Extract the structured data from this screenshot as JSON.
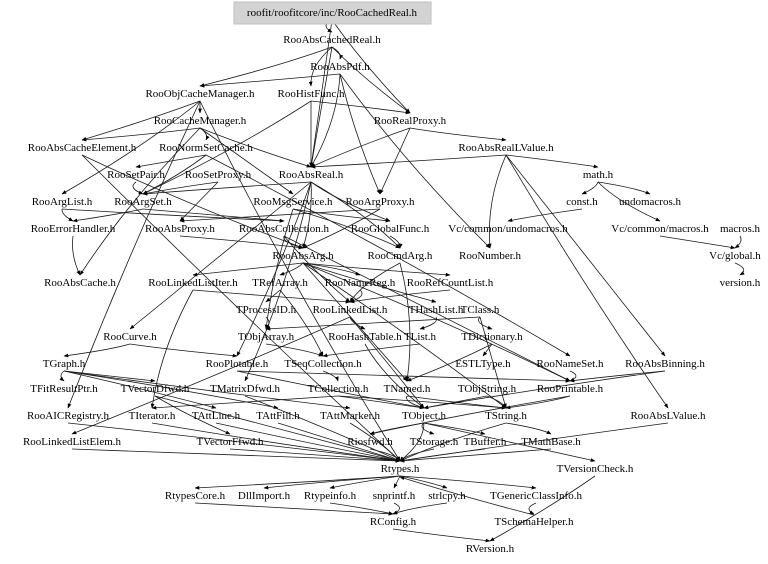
{
  "title": "roofit/roofitcore/inc/RooCachedReal.h",
  "colors": {
    "root_fill": "#d3d3d3",
    "edge": "#1a1a1a",
    "text": "#000000"
  },
  "nodes": [
    "roofit/roofitcore/inc/RooCachedReal.h",
    "RooAbsCachedReal.h",
    "RooAbsPdf.h",
    "RooObjCacheManager.h",
    "RooHistFunc.h",
    "RooRealProxy.h",
    "RooCacheManager.h",
    "RooAbsRealLValue.h",
    "RooAbsCacheElement.h",
    "RooNormSetCache.h",
    "math.h",
    "RooSetPair.h",
    "RooSetProxy.h",
    "RooAbsReal.h",
    "undomacros.h",
    "const.h",
    "RooArgList.h",
    "RooArgSet.h",
    "RooMsgService.h",
    "RooArgProxy.h",
    "Vc/common/undomacros.h",
    "Vc/common/macros.h",
    "macros.h",
    "RooErrorHandler.h",
    "RooAbsProxy.h",
    "RooAbsCollection.h",
    "RooGlobalFunc.h",
    "RooCmdArg.h",
    "RooNumber.h",
    "Vc/global.h",
    "RooAbsArg.h",
    "RooAbsCache.h",
    "RooLinkedListIter.h",
    "TRefArray.h",
    "RooNameReg.h",
    "RooRefCountList.h",
    "version.h",
    "TProcessID.h",
    "RooLinkedList.h",
    "THashList.h",
    "TClass.h",
    "RooCurve.h",
    "TObjArray.h",
    "RooHashTable.h",
    "TList.h",
    "TDictionary.h",
    "TGraph.h",
    "RooPlotable.h",
    "TSeqCollection.h",
    "ESTLType.h",
    "RooNameSet.h",
    "RooAbsBinning.h",
    "TFitResultPtr.h",
    "TVectorDfwd.h",
    "TMatrixDfwd.h",
    "TCollection.h",
    "TNamed.h",
    "TObjString.h",
    "RooPrintable.h",
    "RooAICRegistry.h",
    "TIterator.h",
    "TAttLine.h",
    "TAttFill.h",
    "TAttMarker.h",
    "TObject.h",
    "TString.h",
    "RooAbsLValue.h",
    "RooLinkedListElem.h",
    "TVectorFfwd.h",
    "Riosfwd.h",
    "TStorage.h",
    "TBuffer.h",
    "TMathBase.h",
    "TVersionCheck.h",
    "Rtypes.h",
    "RtypesCore.h",
    "DllImport.h",
    "Rtypeinfo.h",
    "snprintf.h",
    "strlcpy.h",
    "TGenericClassInfo.h",
    "RConfig.h",
    "TSchemaHelper.h",
    "RVersion.h"
  ],
  "edges": [
    [
      "roofit/roofitcore/inc/RooCachedReal.h",
      "RooAbsCachedReal.h"
    ],
    [
      "roofit/roofitcore/inc/RooCachedReal.h",
      "RooRealProxy.h"
    ],
    [
      "roofit/roofitcore/inc/RooCachedReal.h",
      "RooAbsReal.h"
    ],
    [
      "RooAbsCachedReal.h",
      "RooAbsPdf.h"
    ],
    [
      "RooAbsCachedReal.h",
      "RooObjCacheManager.h"
    ],
    [
      "RooAbsCachedReal.h",
      "RooHistFunc.h"
    ],
    [
      "RooAbsCachedReal.h",
      "RooRealProxy.h"
    ],
    [
      "RooAbsCachedReal.h",
      "RooAbsReal.h"
    ],
    [
      "RooAbsPdf.h",
      "RooObjCacheManager.h"
    ],
    [
      "RooAbsPdf.h",
      "RooAbsReal.h"
    ],
    [
      "RooAbsPdf.h",
      "RooNumber.h"
    ],
    [
      "RooAbsPdf.h",
      "RooArgProxy.h"
    ],
    [
      "RooObjCacheManager.h",
      "RooCacheManager.h"
    ],
    [
      "RooObjCacheManager.h",
      "RooAbsCacheElement.h"
    ],
    [
      "RooObjCacheManager.h",
      "RooArgList.h"
    ],
    [
      "RooObjCacheManager.h",
      "Rtypes.h"
    ],
    [
      "RooObjCacheManager.h",
      "RooAICRegistry.h"
    ],
    [
      "RooHistFunc.h",
      "RooAbsReal.h"
    ],
    [
      "RooHistFunc.h",
      "RooRealProxy.h"
    ],
    [
      "RooHistFunc.h",
      "RooArgSet.h"
    ],
    [
      "RooRealProxy.h",
      "RooAbsRealLValue.h"
    ],
    [
      "RooRealProxy.h",
      "RooAbsReal.h"
    ],
    [
      "RooRealProxy.h",
      "RooArgProxy.h"
    ],
    [
      "RooCacheManager.h",
      "RooNormSetCache.h"
    ],
    [
      "RooCacheManager.h",
      "RooAbsCacheElement.h"
    ],
    [
      "RooCacheManager.h",
      "RooAbsCache.h"
    ],
    [
      "RooCacheManager.h",
      "RooAbsReal.h"
    ],
    [
      "RooCacheManager.h",
      "RooMsgService.h"
    ],
    [
      "RooAbsRealLValue.h",
      "math.h"
    ],
    [
      "RooAbsRealLValue.h",
      "RooAbsReal.h"
    ],
    [
      "RooAbsRealLValue.h",
      "RooNumber.h"
    ],
    [
      "RooAbsRealLValue.h",
      "RooAbsLValue.h"
    ],
    [
      "RooAbsRealLValue.h",
      "RooAbsBinning.h"
    ],
    [
      "math.h",
      "const.h"
    ],
    [
      "math.h",
      "undomacros.h"
    ],
    [
      "math.h",
      "Vc/common/macros.h"
    ],
    [
      "const.h",
      "Vc/common/undomacros.h"
    ],
    [
      "Vc/common/macros.h",
      "Vc/global.h"
    ],
    [
      "macros.h",
      "Vc/global.h"
    ],
    [
      "Vc/global.h",
      "version.h"
    ],
    [
      "RooAbsCacheElement.h",
      "RooAbsArg.h"
    ],
    [
      "RooAbsCacheElement.h",
      "Rtypes.h"
    ],
    [
      "RooNormSetCache.h",
      "RooSetPair.h"
    ],
    [
      "RooNormSetCache.h",
      "RooArgSet.h"
    ],
    [
      "RooNormSetCache.h",
      "RooNameSet.h"
    ],
    [
      "RooSetPair.h",
      "RooArgSet.h"
    ],
    [
      "RooSetProxy.h",
      "RooArgSet.h"
    ],
    [
      "RooSetProxy.h",
      "RooAbsProxy.h"
    ],
    [
      "RooAbsReal.h",
      "RooAbsArg.h"
    ],
    [
      "RooAbsReal.h",
      "RooCmdArg.h"
    ],
    [
      "RooAbsReal.h",
      "RooGlobalFunc.h"
    ],
    [
      "RooAbsReal.h",
      "RooArgSet.h"
    ],
    [
      "RooAbsReal.h",
      "RooCurve.h"
    ],
    [
      "RooAbsReal.h",
      "RooPlotable.h"
    ],
    [
      "RooAbsReal.h",
      "TMatrixDfwd.h"
    ],
    [
      "RooArgList.h",
      "RooAbsCollection.h"
    ],
    [
      "RooArgList.h",
      "RooErrorHandler.h"
    ],
    [
      "RooArgSet.h",
      "RooAbsCollection.h"
    ],
    [
      "RooArgSet.h",
      "RooErrorHandler.h"
    ],
    [
      "RooMsgService.h",
      "RooCmdArg.h"
    ],
    [
      "RooMsgService.h",
      "RooGlobalFunc.h"
    ],
    [
      "RooMsgService.h",
      "TObjArray.h"
    ],
    [
      "RooArgProxy.h",
      "RooAbsProxy.h"
    ],
    [
      "RooArgProxy.h",
      "RooAbsArg.h"
    ],
    [
      "RooAbsProxy.h",
      "RooAbsArg.h"
    ],
    [
      "RooAbsCollection.h",
      "RooAbsArg.h"
    ],
    [
      "RooAbsCollection.h",
      "RooLinkedList.h"
    ],
    [
      "RooAbsCollection.h",
      "RooPrintable.h"
    ],
    [
      "RooGlobalFunc.h",
      "RooCmdArg.h"
    ],
    [
      "RooCmdArg.h",
      "TNamed.h"
    ],
    [
      "RooCmdArg.h",
      "RooLinkedList.h"
    ],
    [
      "RooErrorHandler.h",
      "RooAbsCache.h"
    ],
    [
      "RooAbsArg.h",
      "RooLinkedListIter.h"
    ],
    [
      "RooAbsArg.h",
      "TRefArray.h"
    ],
    [
      "RooAbsArg.h",
      "RooNameReg.h"
    ],
    [
      "RooAbsArg.h",
      "RooRefCountList.h"
    ],
    [
      "RooAbsArg.h",
      "THashList.h"
    ],
    [
      "RooAbsArg.h",
      "TNamed.h"
    ],
    [
      "RooAbsArg.h",
      "TString.h"
    ],
    [
      "RooAbsArg.h",
      "RooPrintable.h"
    ],
    [
      "RooLinkedListIter.h",
      "TIterator.h"
    ],
    [
      "RooLinkedListIter.h",
      "RooLinkedList.h"
    ],
    [
      "TRefArray.h",
      "TProcessID.h"
    ],
    [
      "TRefArray.h",
      "TSeqCollection.h"
    ],
    [
      "RooNameReg.h",
      "RooLinkedList.h"
    ],
    [
      "RooRefCountList.h",
      "RooLinkedList.h"
    ],
    [
      "RooLinkedList.h",
      "RooHashTable.h"
    ],
    [
      "RooLinkedList.h",
      "TObject.h"
    ],
    [
      "RooLinkedList.h",
      "RooLinkedListElem.h"
    ],
    [
      "THashList.h",
      "TList.h"
    ],
    [
      "TClass.h",
      "TDictionary.h"
    ],
    [
      "TClass.h",
      "TObjArray.h"
    ],
    [
      "TClass.h",
      "TString.h"
    ],
    [
      "TProcessID.h",
      "TObjArray.h"
    ],
    [
      "TObjArray.h",
      "TSeqCollection.h"
    ],
    [
      "RooHashTable.h",
      "TObject.h"
    ],
    [
      "TList.h",
      "TSeqCollection.h"
    ],
    [
      "TDictionary.h",
      "ESTLType.h"
    ],
    [
      "TDictionary.h",
      "TNamed.h"
    ],
    [
      "RooCurve.h",
      "TGraph.h"
    ],
    [
      "RooCurve.h",
      "RooPlotable.h"
    ],
    [
      "TGraph.h",
      "TFitResultPtr.h"
    ],
    [
      "TGraph.h",
      "TVectorDfwd.h"
    ],
    [
      "TGraph.h",
      "TAttLine.h"
    ],
    [
      "TGraph.h",
      "TAttFill.h"
    ],
    [
      "TGraph.h",
      "TAttMarker.h"
    ],
    [
      "RooPlotable.h",
      "TObject.h"
    ],
    [
      "RooPlotable.h",
      "RooPrintable.h"
    ],
    [
      "TSeqCollection.h",
      "TCollection.h"
    ],
    [
      "RooNameSet.h",
      "RooPrintable.h"
    ],
    [
      "RooAbsBinning.h",
      "TObject.h"
    ],
    [
      "RooAbsBinning.h",
      "RooPrintable.h"
    ],
    [
      "TCollection.h",
      "TObject.h"
    ],
    [
      "TCollection.h",
      "TIterator.h"
    ],
    [
      "TCollection.h",
      "TString.h"
    ],
    [
      "TNamed.h",
      "TObject.h"
    ],
    [
      "TNamed.h",
      "TString.h"
    ],
    [
      "TObjString.h",
      "TObject.h"
    ],
    [
      "TObjString.h",
      "TString.h"
    ],
    [
      "RooPrintable.h",
      "TString.h"
    ],
    [
      "RooPrintable.h",
      "Riosfwd.h"
    ],
    [
      "TVectorDfwd.h",
      "TVectorFfwd.h"
    ],
    [
      "TVectorDfwd.h",
      "Rtypes.h"
    ],
    [
      "TMatrixDfwd.h",
      "Rtypes.h"
    ],
    [
      "RooAICRegistry.h",
      "Rtypes.h"
    ],
    [
      "TIterator.h",
      "Rtypes.h"
    ],
    [
      "TAttLine.h",
      "Rtypes.h"
    ],
    [
      "TAttFill.h",
      "Rtypes.h"
    ],
    [
      "TAttMarker.h",
      "Rtypes.h"
    ],
    [
      "TObject.h",
      "Rtypes.h"
    ],
    [
      "TObject.h",
      "TStorage.h"
    ],
    [
      "TObject.h",
      "Riosfwd.h"
    ],
    [
      "TObject.h",
      "TVersionCheck.h"
    ],
    [
      "TObject.h",
      "TBuffer.h"
    ],
    [
      "TString.h",
      "TMathBase.h"
    ],
    [
      "TString.h",
      "Rtypes.h"
    ],
    [
      "RooAbsLValue.h",
      "Rtypes.h"
    ],
    [
      "RooLinkedListElem.h",
      "Rtypes.h"
    ],
    [
      "TVectorFfwd.h",
      "Rtypes.h"
    ],
    [
      "Riosfwd.h",
      "Rtypes.h"
    ],
    [
      "TStorage.h",
      "Rtypes.h"
    ],
    [
      "TBuffer.h",
      "Rtypes.h"
    ],
    [
      "TMathBase.h",
      "Rtypes.h"
    ],
    [
      "TVersionCheck.h",
      "RVersion.h"
    ],
    [
      "Rtypes.h",
      "RtypesCore.h"
    ],
    [
      "Rtypes.h",
      "DllImport.h"
    ],
    [
      "Rtypes.h",
      "Rtypeinfo.h"
    ],
    [
      "Rtypes.h",
      "snprintf.h"
    ],
    [
      "Rtypes.h",
      "strlcpy.h"
    ],
    [
      "Rtypes.h",
      "TGenericClassInfo.h"
    ],
    [
      "TGenericClassInfo.h",
      "TSchemaHelper.h"
    ],
    [
      "TSchemaHelper.h",
      "Rtypes.h"
    ],
    [
      "RtypesCore.h",
      "RConfig.h"
    ],
    [
      "Rtypeinfo.h",
      "RConfig.h"
    ],
    [
      "snprintf.h",
      "RConfig.h"
    ],
    [
      "strlcpy.h",
      "RConfig.h"
    ],
    [
      "RConfig.h",
      "RVersion.h"
    ]
  ]
}
